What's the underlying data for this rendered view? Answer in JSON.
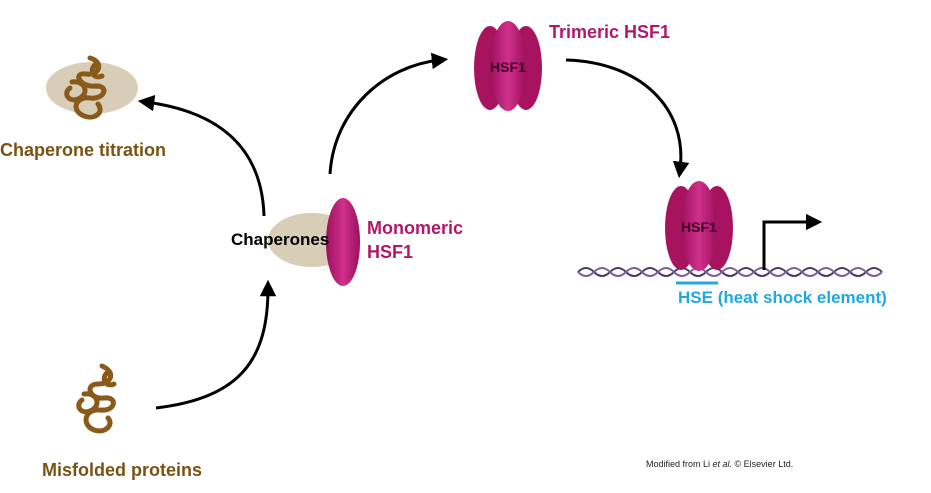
{
  "labels": {
    "chaperone_titration": "Chaperone titration",
    "misfolded_proteins": "Misfolded proteins",
    "chaperones": "Chaperones",
    "monomeric_line1": "Monomeric",
    "monomeric_line2": "HSF1",
    "trimeric": "Trimeric HSF1",
    "hsf1_trimer_text": "HSF1",
    "hsf1_bound_text": "HSF1",
    "hse_abbrev": "HSE",
    "hse_full": " (heat shock element)"
  },
  "credit": {
    "prefix": "Modified from Li ",
    "etal": "et al.",
    "suffix": " © Elsevier Ltd."
  },
  "colors": {
    "protein_brown": "#8a5a1a",
    "chaperone_beige": "#d8cdb7",
    "hsf1_magenta": "#c2177a",
    "hse_blue": "#22a8e0",
    "dna_purple": "#4a3a6b"
  },
  "icons": [
    "curved-arrow",
    "bent-transcription-arrow",
    "dna-double-helix"
  ]
}
